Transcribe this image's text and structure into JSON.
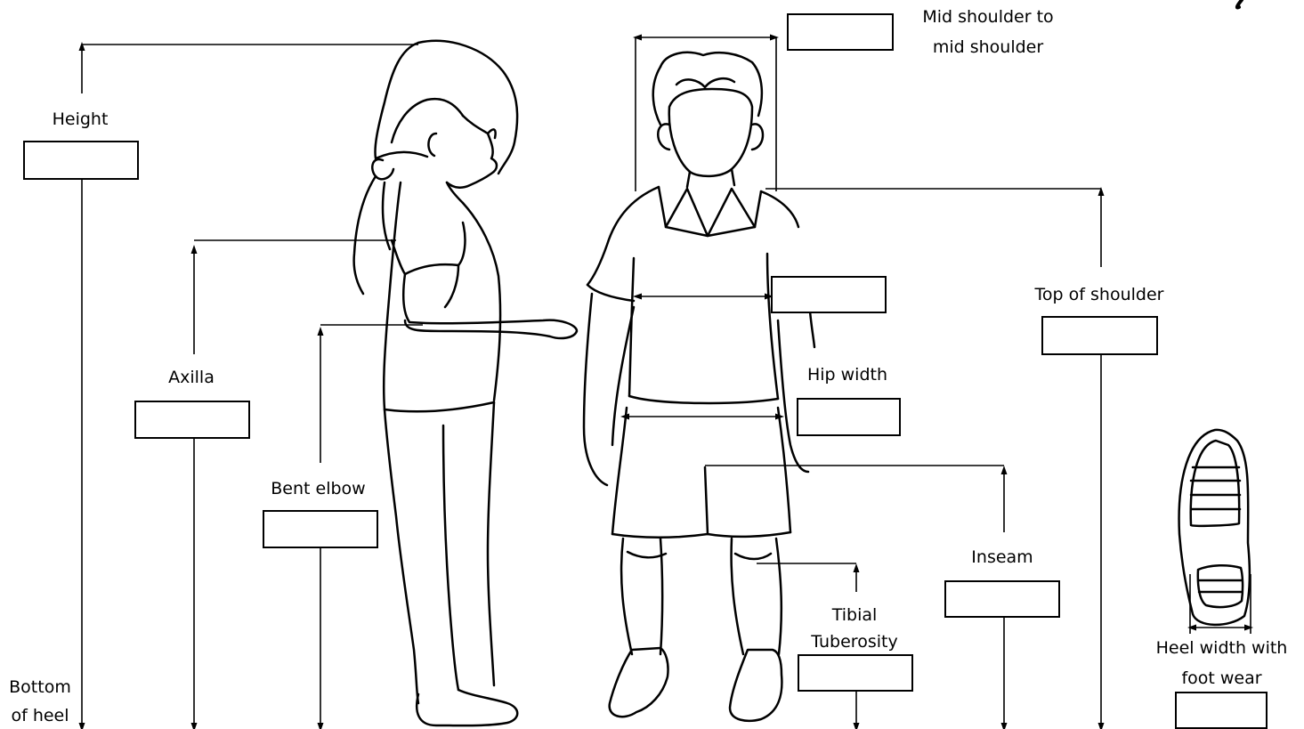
{
  "labels": {
    "mid_shoulder_line1": "Mid shoulder to",
    "mid_shoulder_line2": "mid shoulder",
    "height": "Height",
    "axilla": "Axilla",
    "bent_elbow": "Bent elbow",
    "top_of_shoulder": "Top of shoulder",
    "hip_width": "Hip width",
    "inseam": "Inseam",
    "tibial_line1": "Tibial",
    "tibial_line2": "Tuberosity",
    "heel_line1": "Heel width with",
    "heel_line2": "foot wear",
    "bottom_line1": "Bottom",
    "bottom_line2": "of heel"
  },
  "inputs": {
    "mid_shoulder": "",
    "height": "",
    "chest_width": "",
    "top_of_shoulder": "",
    "axilla": "",
    "hip_width": "",
    "bent_elbow": "",
    "inseam": "",
    "tibial_tuberosity": "",
    "heel_width": ""
  }
}
